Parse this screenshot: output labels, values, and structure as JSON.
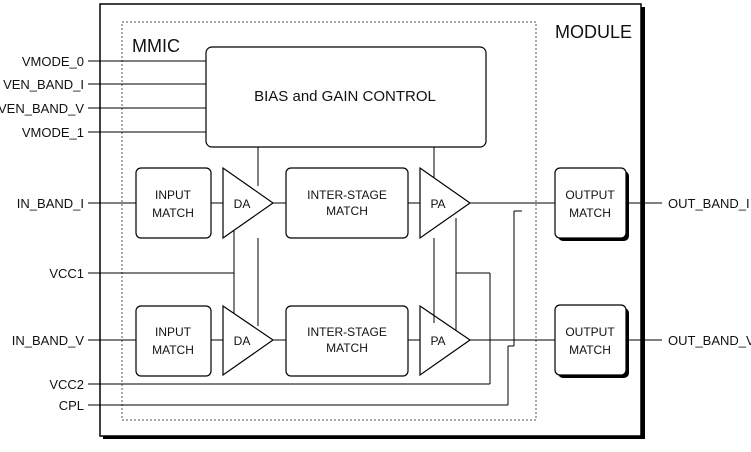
{
  "module": {
    "title": "MODULE"
  },
  "mmic": {
    "title": "MMIC"
  },
  "bias_block": {
    "label": "BIAS and GAIN CONTROL"
  },
  "inputs": {
    "vmode0": "VMODE_0",
    "ven_band_i": "VEN_BAND_I",
    "ven_band_v": "VEN_BAND_V",
    "vmode1": "VMODE_1",
    "in_band_i": "IN_BAND_I",
    "vcc1": "VCC1",
    "in_band_v": "IN_BAND_V",
    "vcc2": "VCC2",
    "cpl": "CPL"
  },
  "outputs": {
    "out_band_i": "OUT_BAND_I",
    "out_band_v": "OUT_BAND_V"
  },
  "blocks": {
    "input_match_l1": "INPUT",
    "input_match_l2": "MATCH",
    "interstage_l1": "INTER-STAGE",
    "interstage_l2": "MATCH",
    "output_match_l1": "OUTPUT",
    "output_match_l2": "MATCH",
    "da": "DA",
    "pa": "PA"
  }
}
